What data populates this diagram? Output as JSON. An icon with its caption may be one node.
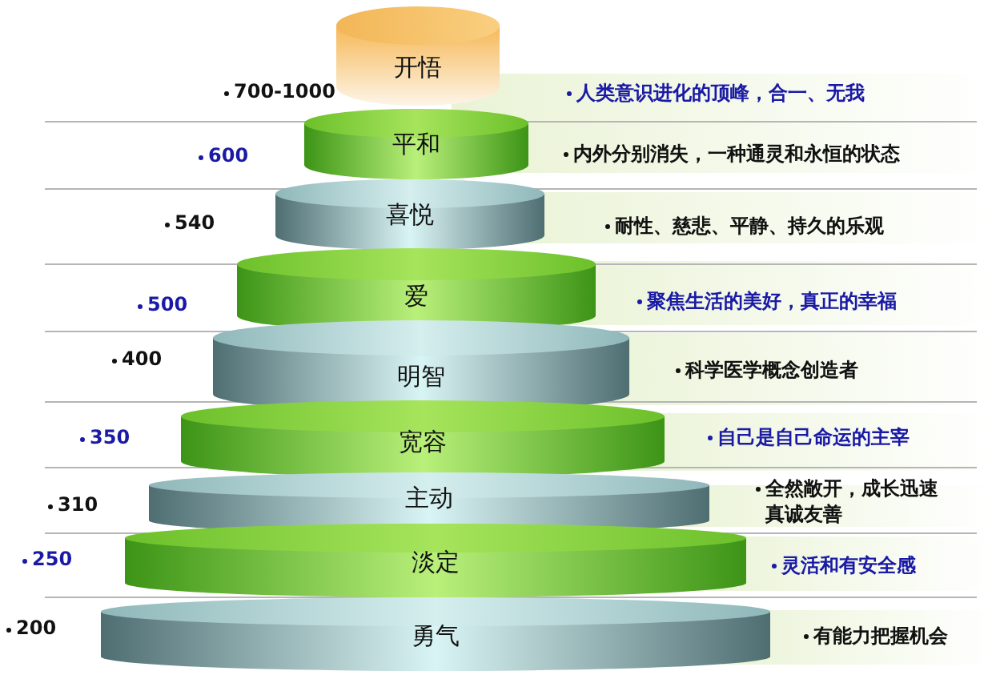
{
  "diagram": {
    "nodes": [
      {
        "text": [
          "开悟"
        ]
      },
      {
        "text": [
          "平和"
        ]
      },
      {
        "text": [
          "喜悦"
        ]
      },
      {
        "text": [
          "爱"
        ]
      },
      {
        "text": [
          "明智"
        ]
      },
      {
        "text": [
          "宽容"
        ]
      },
      {
        "text": [
          "主动"
        ]
      },
      {
        "text": [
          "淡定"
        ]
      },
      {
        "text": [
          "勇气"
        ]
      }
    ],
    "labels": [
      "700-1000",
      "人类意识进化的顶峰，合一、无我",
      "600",
      "内外分别消失，一种通灵和永恒的状态",
      "540",
      "耐性、慈悲、平静、持久的乐观",
      "500",
      "聚焦生活的美好，真正的幸福",
      "400",
      "科学医学概念创造者",
      "350",
      "自己是自己命运的主宰",
      "310",
      "全然敞开，成长迅速真诚友善",
      "250",
      "灵活和有安全感",
      "200",
      "有能力把握机会"
    ]
  }
}
